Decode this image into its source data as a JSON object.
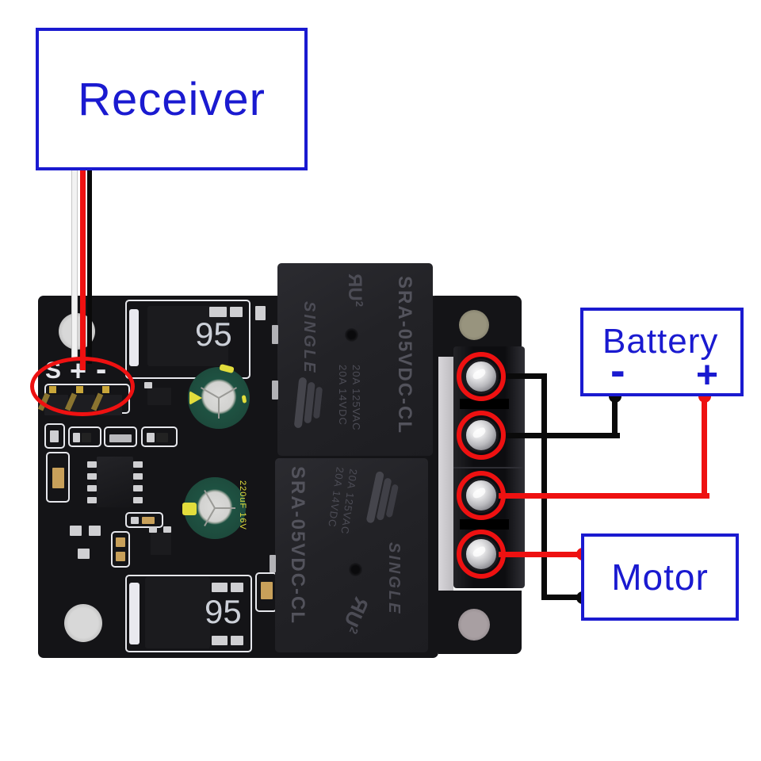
{
  "receiver": {
    "label": "Receiver"
  },
  "battery": {
    "label": "Battery",
    "minus": "-",
    "plus": "+"
  },
  "motor": {
    "label": "Motor"
  },
  "pcb": {
    "pin_header": {
      "s": "S",
      "plus": "+",
      "minus": "-"
    },
    "mosfet_top": {
      "code": "95"
    },
    "mosfet_bottom": {
      "code": "95"
    },
    "capacitor": {
      "marking": "220uF 16V"
    },
    "relay_top": {
      "brand": "SINGLE",
      "model": "SRA-05VDC-CL",
      "rating1": "20A 14VDC",
      "rating2": "20A 125VAC",
      "ul_r": "R",
      "ul_u": "U",
      "pole": "2"
    },
    "relay_bottom": {
      "brand": "SINGLE",
      "model": "SRA-05VDC-CL",
      "rating1": "20A 14VDC",
      "rating2": "20A 125VAC",
      "ul_r": "R",
      "ul_u": "U",
      "pole": "2"
    }
  },
  "colors": {
    "annotation_blue": "#1a1ad0",
    "annotation_red": "#ee1111",
    "wire_black": "#0a0a0a",
    "wire_red": "#ee1111",
    "wire_white": "#f0f0f0",
    "pcb_black": "#141417",
    "silkscreen_white": "#e6e7ec",
    "capacitor_green": "#1d4a3c",
    "capacitor_yellow": "#e2dd3c",
    "pin_gold": "#c9a63a"
  }
}
